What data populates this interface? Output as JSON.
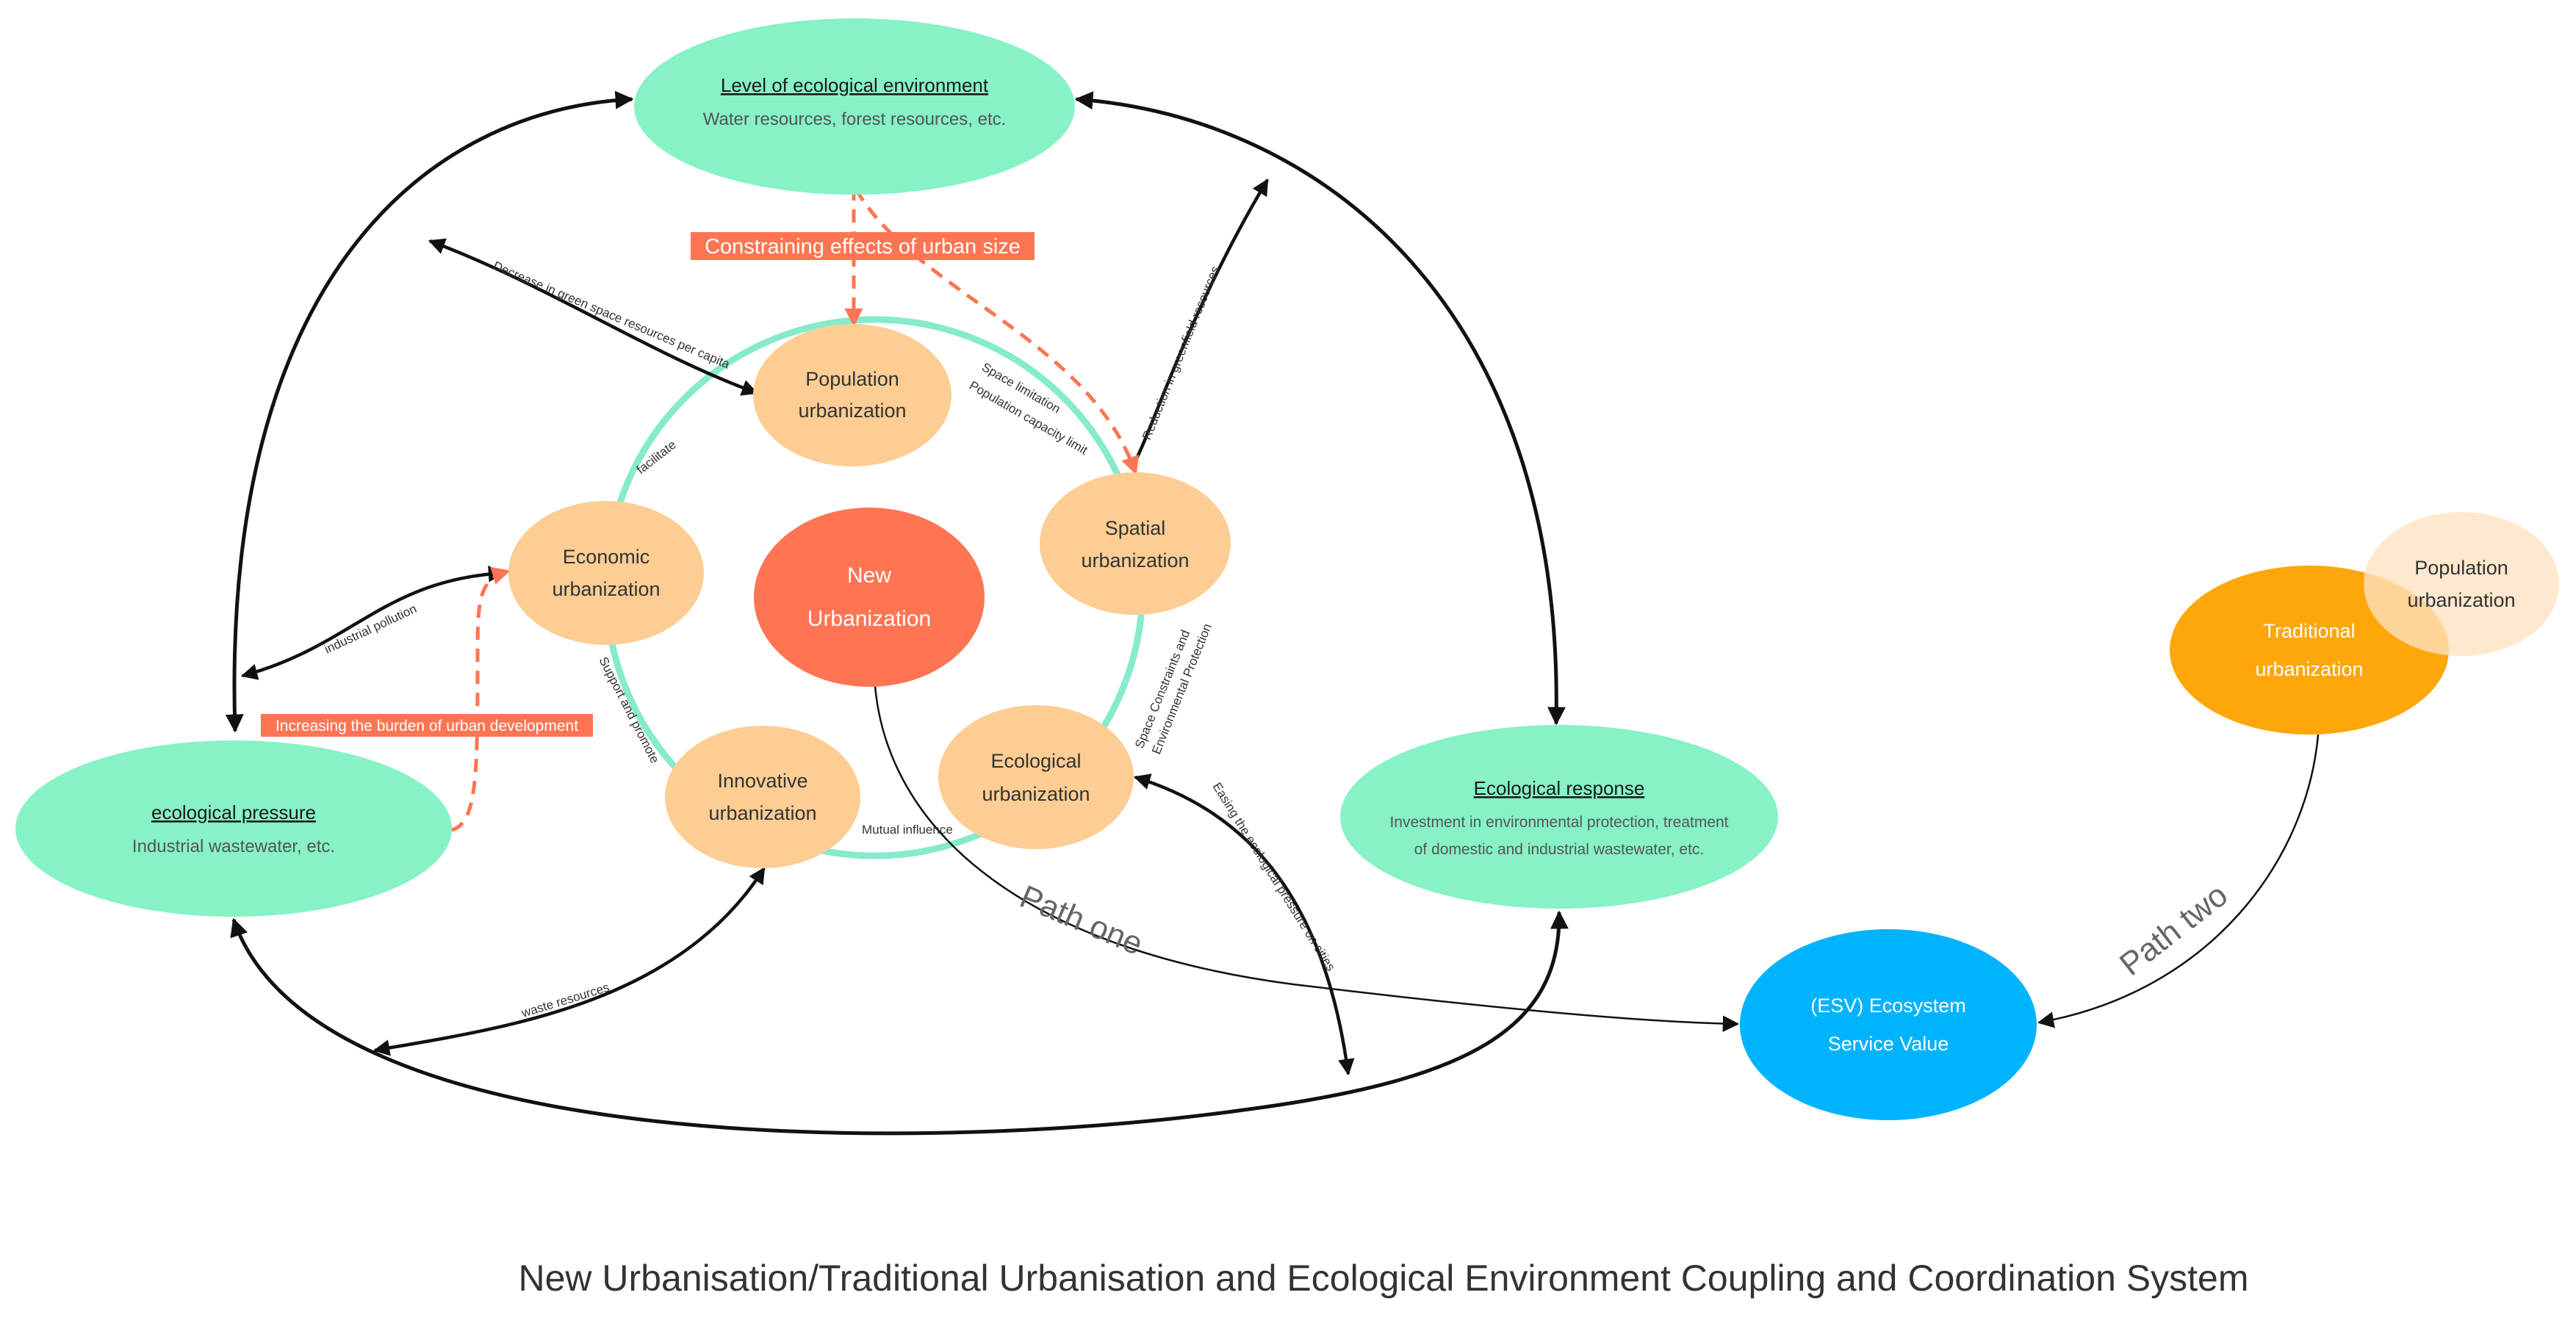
{
  "title": "New Urbanisation/Traditional Urbanisation and Ecological Environment Coupling and Coordination System",
  "colors": {
    "eco_green": "#86F2C5",
    "urban_peach": "#FDCD93",
    "core_red": "#FF7553",
    "traditional_orange": "#FFA60A",
    "population_light": "#FFE1C0",
    "esv_blue": "#00B3FF",
    "ring_green": "#86EACC",
    "highlight": "#FF7553",
    "arrow_black": "#111111"
  },
  "nodes": {
    "eco_level": {
      "title": "Level of ecological environment",
      "subtitle": "Water resources, forest resources, etc."
    },
    "eco_pressure": {
      "title": "ecological pressure",
      "subtitle": "Industrial wastewater, etc."
    },
    "eco_response": {
      "title": "Ecological response",
      "subtitle_1": "Investment in environmental protection, treatment",
      "subtitle_2": "of domestic and industrial wastewater, etc."
    },
    "new_urbanization": {
      "line1": "New",
      "line2": "Urbanization"
    },
    "population": {
      "line1": "Population",
      "line2": "urbanization"
    },
    "spatial": {
      "line1": "Spatial",
      "line2": "urbanization"
    },
    "ecological": {
      "line1": "Ecological",
      "line2": "urbanization"
    },
    "innovative": {
      "line1": "Innovative",
      "line2": "urbanization"
    },
    "economic": {
      "line1": "Economic",
      "line2": "urbanization"
    },
    "traditional": {
      "line1": "Traditional",
      "line2": "urbanization"
    },
    "population_trad": {
      "line1": "Population",
      "line2": "urbanization"
    },
    "esv": {
      "line1": "(ESV)  Ecosystem",
      "line2": "Service Value"
    }
  },
  "highlights": {
    "constraining": "Constraining effects of urban size",
    "burden": "Increasing the burden of urban development"
  },
  "edge_labels": {
    "decrease_green": "Decrease in green space resources per capita",
    "reduction_greenfield": "Reduction in greenfield resources",
    "space_limitation": "Space limitation",
    "population_capacity": "Population capacity limit",
    "facilitate": "facilitate",
    "industrial_pollution": "industrial pollution",
    "support_promote": "Support and promote",
    "space_constraints_1": "Space Constraints and",
    "space_constraints_2": "Environmental Protection",
    "mutual_influence": "Mutual influence",
    "easing": "Easing the ecological pressure on cities",
    "waste_resources": "waste resources"
  },
  "paths": {
    "path_one": "Path one",
    "path_two": "Path two"
  }
}
